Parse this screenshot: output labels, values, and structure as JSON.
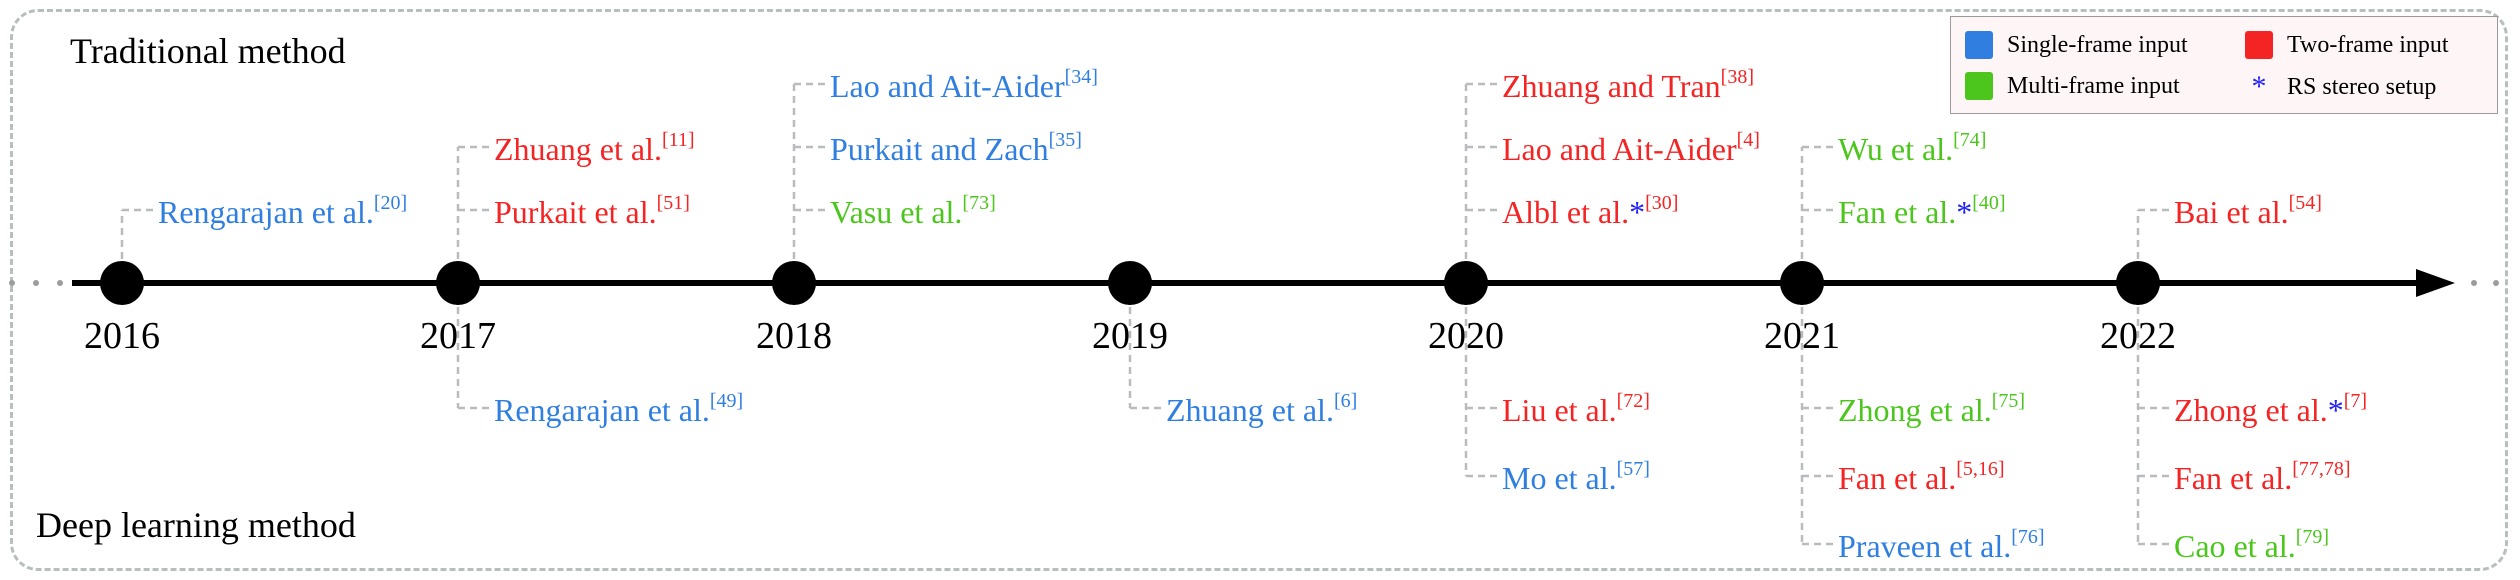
{
  "colors": {
    "single": "#2f7ee0",
    "two": "#f42424",
    "multi": "#4cc61d",
    "stereo_star": "#2020ff",
    "axis": "#000000",
    "connector": "#b9bcbf"
  },
  "labels": {
    "traditional": "Traditional method",
    "deep": "Deep learning method"
  },
  "legend": {
    "single": "Single-frame input",
    "two": "Two-frame input",
    "multi": "Multi-frame input",
    "stereo": "RS stereo setup",
    "stereo_icon": "asterisk-icon"
  },
  "years": [
    {
      "year": "2016",
      "traditional": [
        {
          "name": "Rengarajan et al.",
          "ref": "[20]",
          "type": "single",
          "star": false
        }
      ],
      "deep": []
    },
    {
      "year": "2017",
      "traditional": [
        {
          "name": "Purkait et al.",
          "ref": "[51]",
          "type": "two",
          "star": false
        },
        {
          "name": "Zhuang et al.",
          "ref": "[11]",
          "type": "two",
          "star": false
        }
      ],
      "deep": [
        {
          "name": "Rengarajan et al.",
          "ref": "[49]",
          "type": "single",
          "star": false
        }
      ]
    },
    {
      "year": "2018",
      "traditional": [
        {
          "name": "Vasu et al.",
          "ref": "[73]",
          "type": "multi",
          "star": false
        },
        {
          "name": "Purkait and Zach",
          "ref": "[35]",
          "type": "single",
          "star": false
        },
        {
          "name": "Lao and Ait-Aider",
          "ref": "[34]",
          "type": "single",
          "star": false
        }
      ],
      "deep": []
    },
    {
      "year": "2019",
      "traditional": [],
      "deep": [
        {
          "name": "Zhuang et al.",
          "ref": "[6]",
          "type": "single",
          "star": false
        }
      ]
    },
    {
      "year": "2020",
      "traditional": [
        {
          "name": "Albl et al.",
          "ref": "[30]",
          "type": "two",
          "star": true
        },
        {
          "name": "Lao and Ait-Aider",
          "ref": "[4]",
          "type": "two",
          "star": false
        },
        {
          "name": "Zhuang and Tran",
          "ref": "[38]",
          "type": "two",
          "star": false
        }
      ],
      "deep": [
        {
          "name": "Liu et al.",
          "ref": "[72]",
          "type": "two",
          "star": false
        },
        {
          "name": "Mo et al.",
          "ref": "[57]",
          "type": "single",
          "star": false
        }
      ]
    },
    {
      "year": "2021",
      "traditional": [
        {
          "name": "Fan et al.",
          "ref": "[40]",
          "type": "multi",
          "star": true
        },
        {
          "name": "Wu et al.",
          "ref": "[74]",
          "type": "multi",
          "star": false
        }
      ],
      "deep": [
        {
          "name": "Zhong et al.",
          "ref": "[75]",
          "type": "multi",
          "star": false
        },
        {
          "name": "Fan et al.",
          "ref": "[5,16]",
          "type": "two",
          "star": false
        },
        {
          "name": "Praveen et al.",
          "ref": "[76]",
          "type": "single",
          "star": false
        }
      ]
    },
    {
      "year": "2022",
      "traditional": [
        {
          "name": "Bai et al.",
          "ref": "[54]",
          "type": "two",
          "star": false
        }
      ],
      "deep": [
        {
          "name": "Zhong et al.",
          "ref": "[7]",
          "type": "two",
          "star": true
        },
        {
          "name": "Fan et al.",
          "ref": "[77,78]",
          "type": "two",
          "star": false
        },
        {
          "name": "Cao et al.",
          "ref": "[79]",
          "type": "multi",
          "star": false
        }
      ]
    }
  ]
}
